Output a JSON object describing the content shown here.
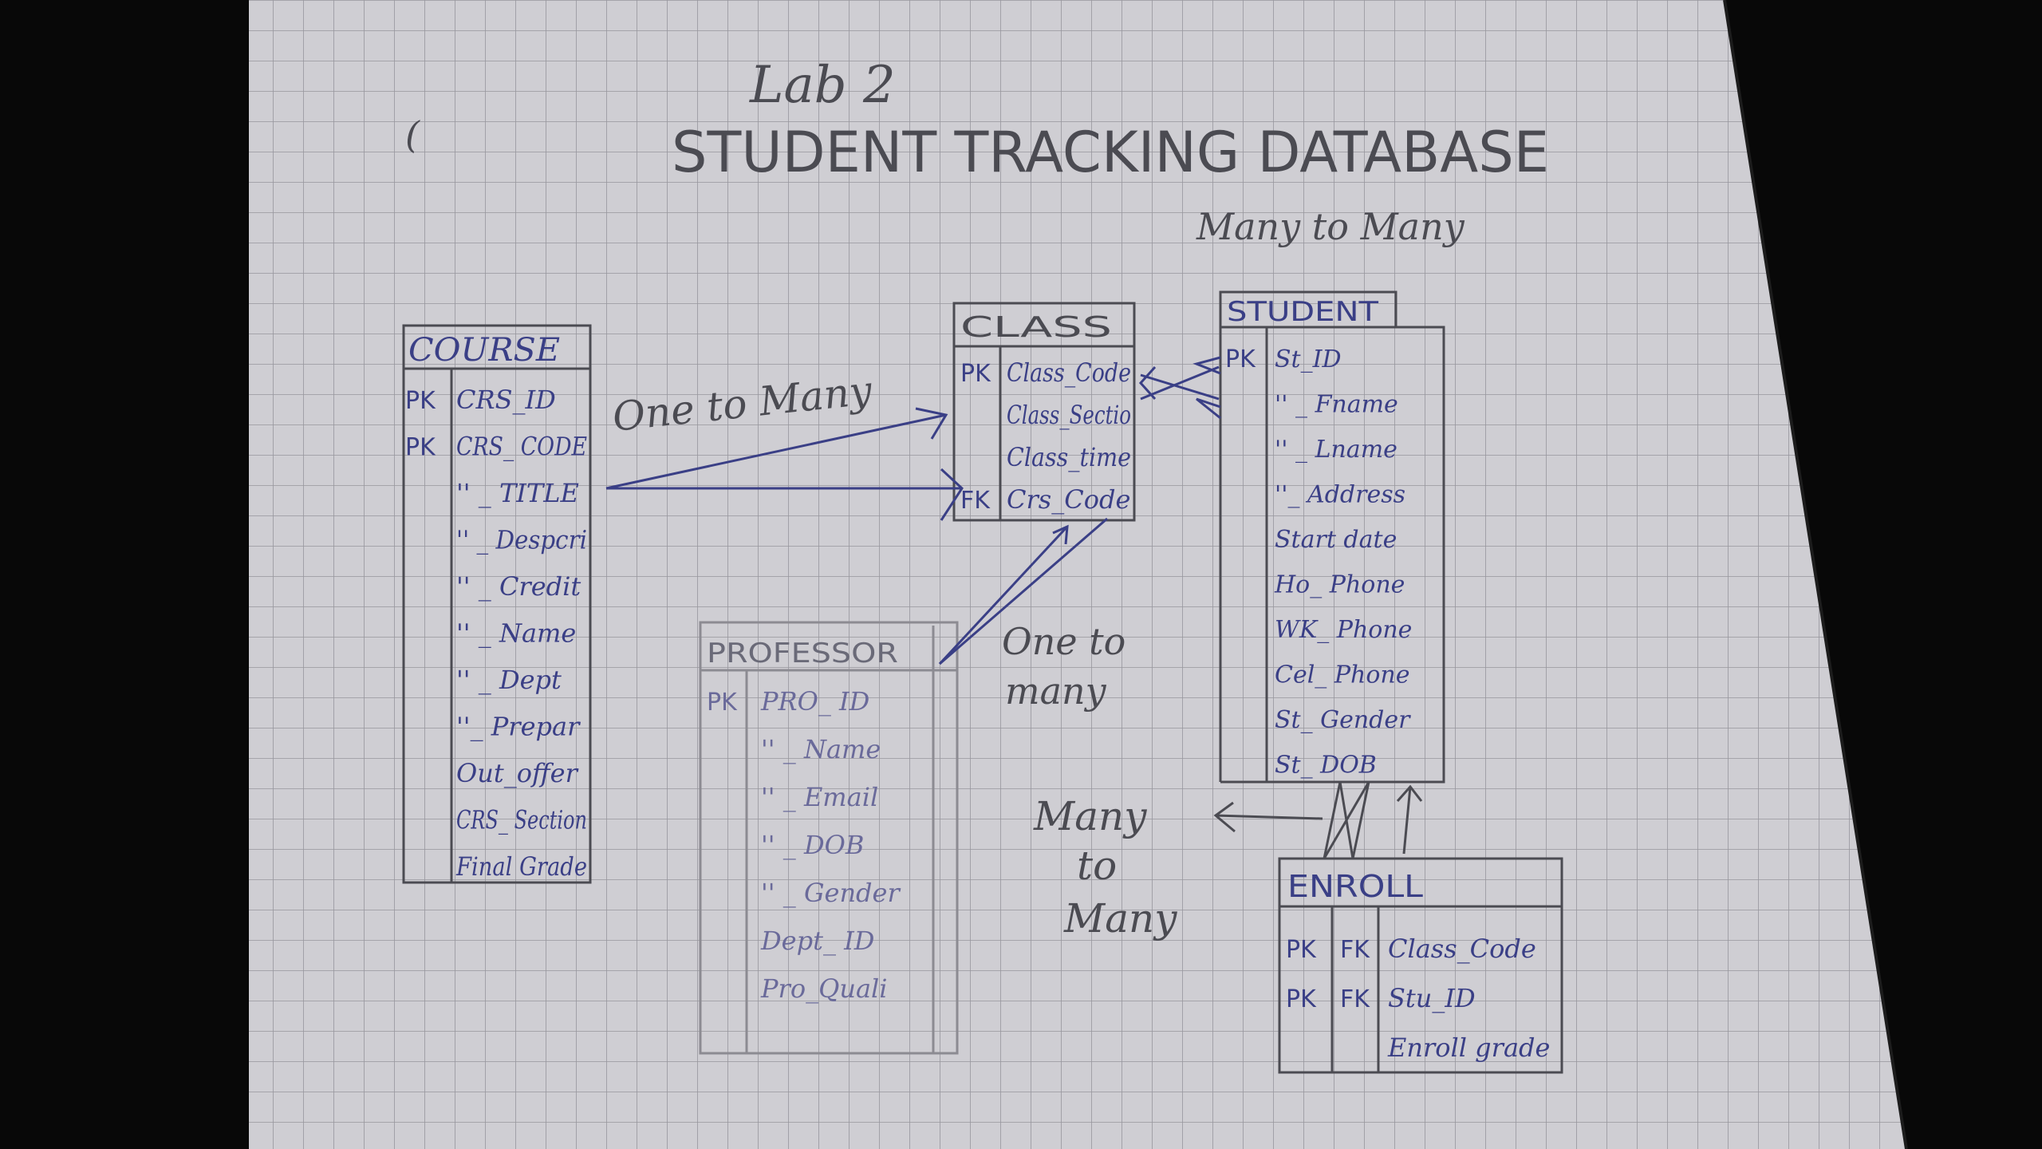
{
  "title": {
    "line1": "Lab 2",
    "line2": "STUDENT TRACKING DATABASE",
    "stray_mark": "("
  },
  "entities": {
    "course": {
      "name": "COURSE",
      "rows": [
        {
          "key": "PK",
          "field": "CRS_ID"
        },
        {
          "key": "PK",
          "field": "CRS_ CODE"
        },
        {
          "key": "",
          "field": "'' _ TITLE"
        },
        {
          "key": "",
          "field": "'' _ Despcri"
        },
        {
          "key": "",
          "field": "'' _ Credit"
        },
        {
          "key": "",
          "field": "'' _ Name"
        },
        {
          "key": "",
          "field": "'' _ Dept"
        },
        {
          "key": "",
          "field": "''_ Prepar"
        },
        {
          "key": "",
          "field": "Out_offer"
        },
        {
          "key": "",
          "field": "CRS_ Section"
        },
        {
          "key": "",
          "field": "Final Grade"
        }
      ]
    },
    "class": {
      "name": "CLASS",
      "rows": [
        {
          "key": "PK",
          "field": "Class_Code"
        },
        {
          "key": "",
          "field": "Class_Sectio"
        },
        {
          "key": "",
          "field": "Class_time"
        },
        {
          "key": "FK",
          "field": "Crs_Code"
        }
      ]
    },
    "student": {
      "name": "STUDENT",
      "rows": [
        {
          "key": "PK",
          "field": "St_ID"
        },
        {
          "key": "",
          "field": "'' _ Fname"
        },
        {
          "key": "",
          "field": "'' _ Lname"
        },
        {
          "key": "",
          "field": "''_ Address"
        },
        {
          "key": "",
          "field": "Start date"
        },
        {
          "key": "",
          "field": "Ho_ Phone"
        },
        {
          "key": "",
          "field": "WK_ Phone"
        },
        {
          "key": "",
          "field": "Cel_ Phone"
        },
        {
          "key": "",
          "field": "St_ Gender"
        },
        {
          "key": "",
          "field": "St_ DOB"
        }
      ]
    },
    "professor": {
      "name": "PROFESSOR",
      "rows": [
        {
          "key": "PK",
          "field": "PRO_ ID"
        },
        {
          "key": "",
          "field": "'' _ Name"
        },
        {
          "key": "",
          "field": "'' _ Email"
        },
        {
          "key": "",
          "field": "'' _ DOB"
        },
        {
          "key": "",
          "field": "'' _ Gender"
        },
        {
          "key": "",
          "field": "Dept_ ID"
        },
        {
          "key": "",
          "field": "Pro_Quali"
        }
      ]
    },
    "enroll": {
      "name": "ENROLL",
      "rows": [
        {
          "key": "PK",
          "fk": "FK",
          "field": "Class_Code"
        },
        {
          "key": "PK",
          "fk": "FK",
          "field": "Stu_ID"
        },
        {
          "key": "",
          "fk": "",
          "field": "Enroll grade"
        }
      ]
    }
  },
  "relationships": {
    "course_class": "One to Many",
    "class_student": "Many to Many",
    "professor_class": "One to many",
    "student_enroll": "Many to Many"
  },
  "colors": {
    "paper": "#cfced3",
    "grid": "#8d8c93",
    "ink_blue": "#3a3f86",
    "pencil": "#4b4b52",
    "pencil_light": "#8c8b92"
  }
}
